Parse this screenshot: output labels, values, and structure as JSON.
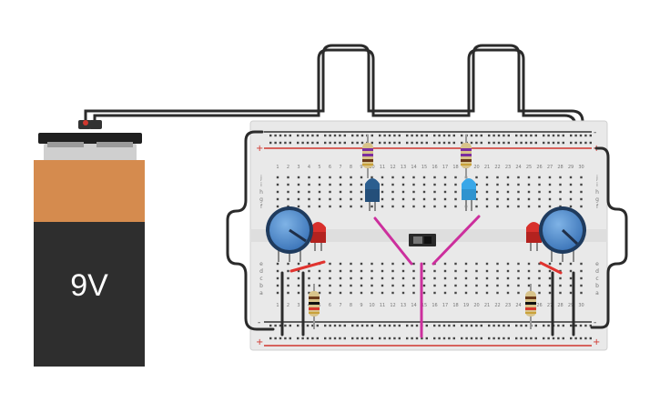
{
  "canvas": {
    "background": "#ffffff"
  },
  "battery": {
    "label": "9V",
    "colors": {
      "top": "#d58b4e",
      "body": "#2e2e2e",
      "cap": "#1f1f1f",
      "terminal": "#bdbdbd",
      "text": "#ffffff"
    }
  },
  "breadboard": {
    "column_numbers": [
      "1",
      "2",
      "3",
      "4",
      "5",
      "6",
      "7",
      "8",
      "9",
      "10",
      "11",
      "12",
      "13",
      "14",
      "15",
      "16",
      "17",
      "18",
      "19",
      "20",
      "21",
      "22",
      "23",
      "24",
      "25",
      "26",
      "27",
      "28",
      "29",
      "30"
    ],
    "row_letters_top": [
      "j",
      "i",
      "h",
      "g",
      "f"
    ],
    "row_letters_bottom": [
      "e",
      "d",
      "c",
      "b",
      "a"
    ],
    "rail_plus": "+",
    "rail_minus": "-",
    "colors": {
      "board": "#e9e9e9",
      "hole": "#444444",
      "rail_red": "#d0372f",
      "rail_black": "#333333"
    }
  },
  "components": {
    "potentiometers": [
      {
        "name": "left"
      },
      {
        "name": "right"
      }
    ],
    "leds": [
      {
        "name": "led-blue-left",
        "color": "#2b5e8f"
      },
      {
        "name": "led-cyan-right",
        "color": "#3aa7e8"
      },
      {
        "name": "led-red-left",
        "color": "#d8302c"
      },
      {
        "name": "led-red-right",
        "color": "#d8302c"
      }
    ],
    "resistors": [
      "top-left",
      "top-right",
      "bottom-left",
      "bottom-right"
    ],
    "slide_switch": {
      "name": "slide-switch"
    }
  },
  "wire_colors": {
    "black": "#2b2b2b",
    "magenta": "#cc2f9d",
    "red": "#e0332f"
  }
}
